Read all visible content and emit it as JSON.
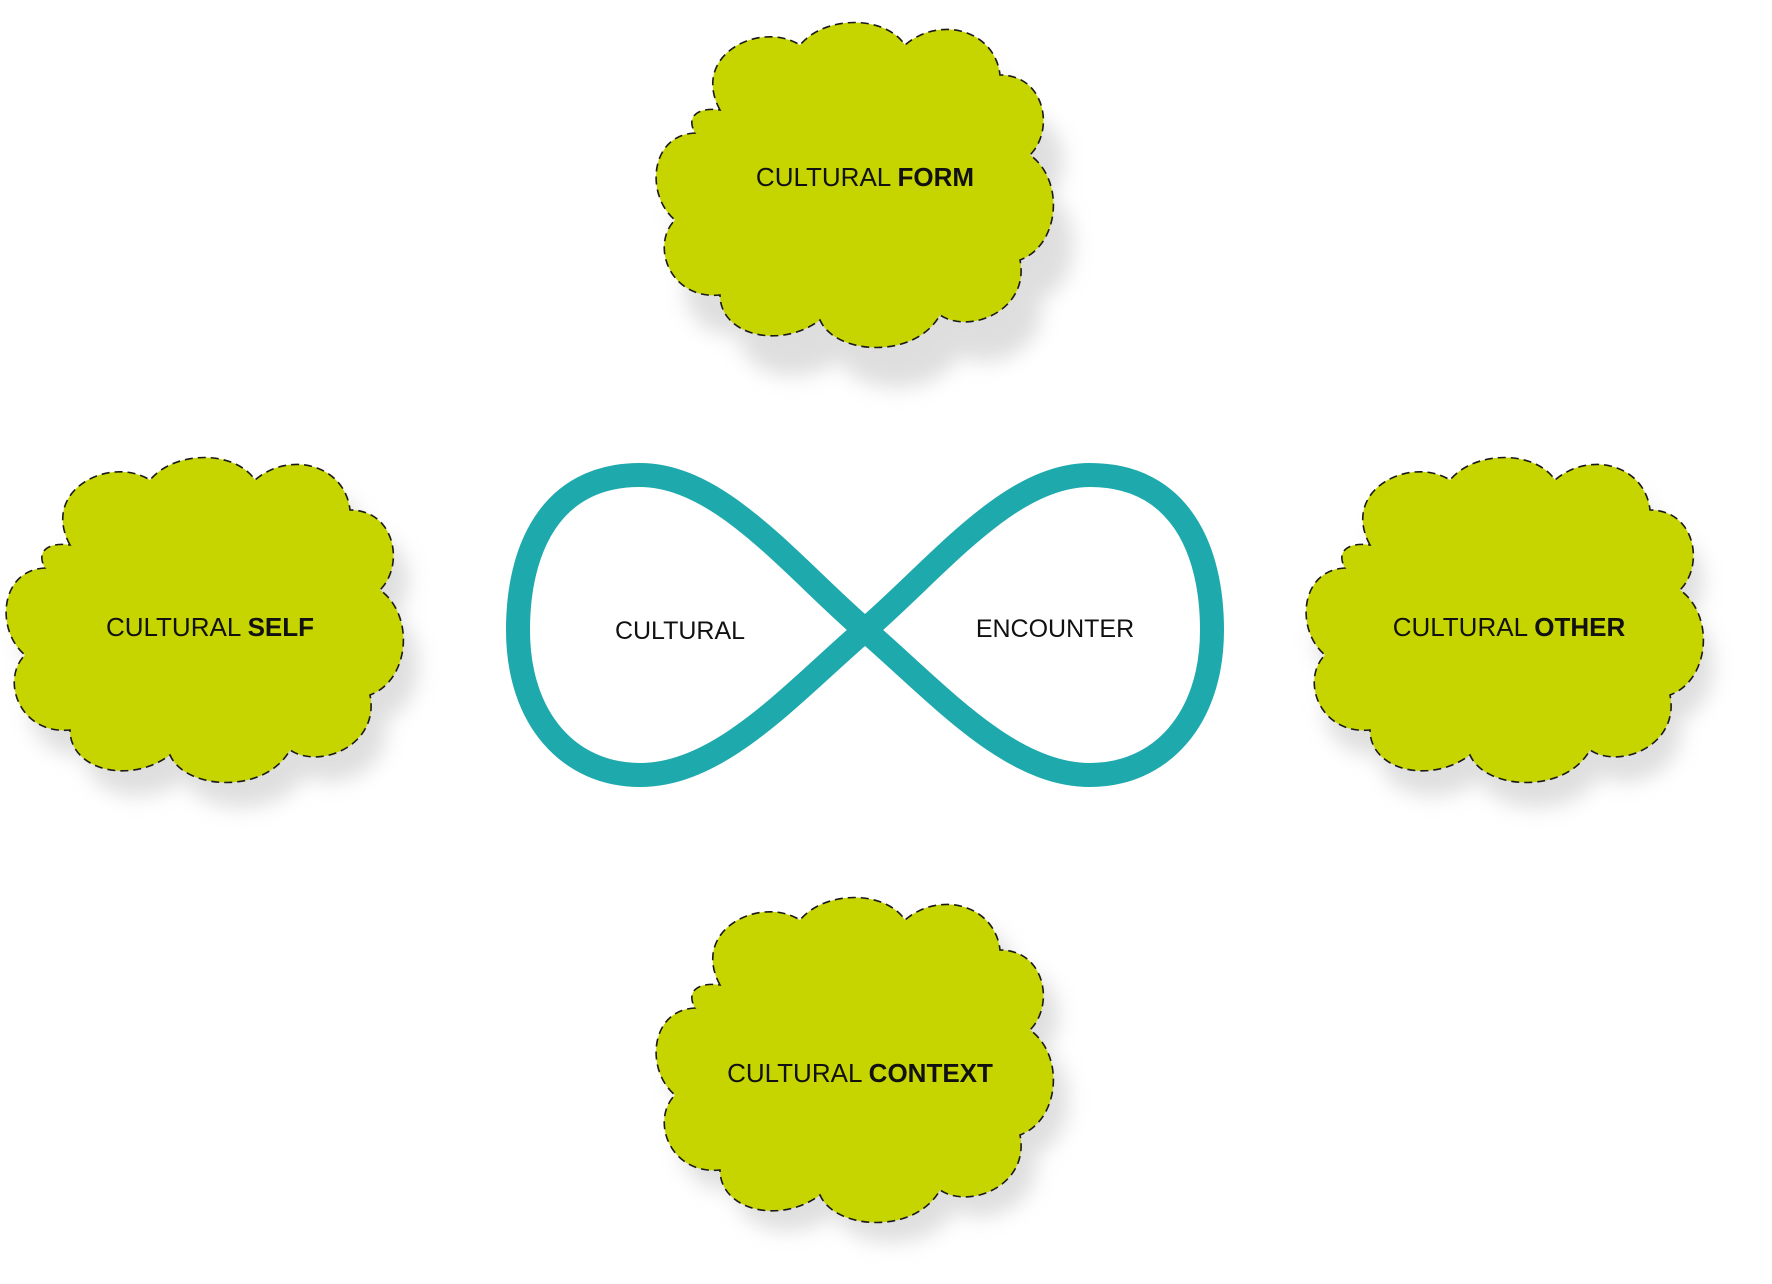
{
  "colors": {
    "cloud_fill": "#c6d400",
    "cloud_outline": "#1a1a1a",
    "infinity_stroke": "#1ea9ad",
    "shadow": "#b8b8b8",
    "background": "#ffffff"
  },
  "infinity": {
    "left_label": "CULTURAL",
    "right_label": "ENCOUNTER"
  },
  "clouds": {
    "top": {
      "prefix": "CULTURAL",
      "emphasis": "FORM"
    },
    "left": {
      "prefix": "CULTURAL",
      "emphasis": "SELF"
    },
    "right": {
      "prefix": "CULTURAL",
      "emphasis": "OTHER"
    },
    "bottom": {
      "prefix": "CULTURAL",
      "emphasis": "CONTEXT"
    }
  }
}
